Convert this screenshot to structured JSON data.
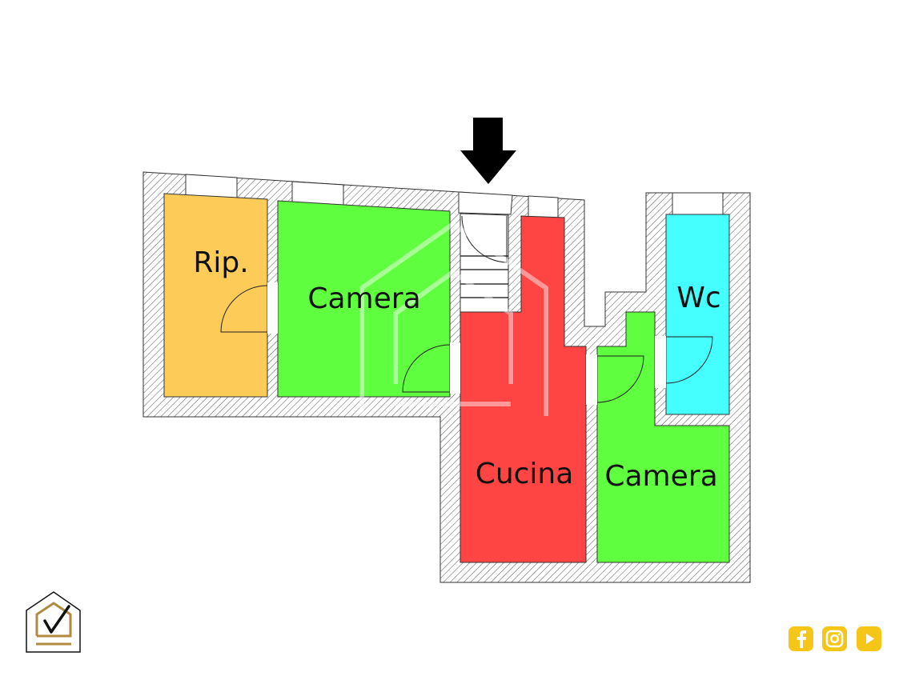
{
  "plan": {
    "rooms": [
      {
        "label": "Rip.",
        "color": "#FDCB57"
      },
      {
        "label": "Camera",
        "color": "#5FFF3F"
      },
      {
        "label": "Cucina",
        "color": "#FF4444"
      },
      {
        "label": "Camera",
        "color": "#5FFF3F"
      },
      {
        "label": "Wc",
        "color": "#45FFFF"
      }
    ],
    "entrance_icon": "arrow-down-icon"
  },
  "logo": {
    "icon": "house-check-logo",
    "accent": "#B08A3E"
  },
  "social": [
    {
      "icon": "facebook-icon",
      "color": "#F5C518"
    },
    {
      "icon": "instagram-icon",
      "color": "#F5C518"
    },
    {
      "icon": "youtube-icon",
      "color": "#F5C518"
    }
  ]
}
